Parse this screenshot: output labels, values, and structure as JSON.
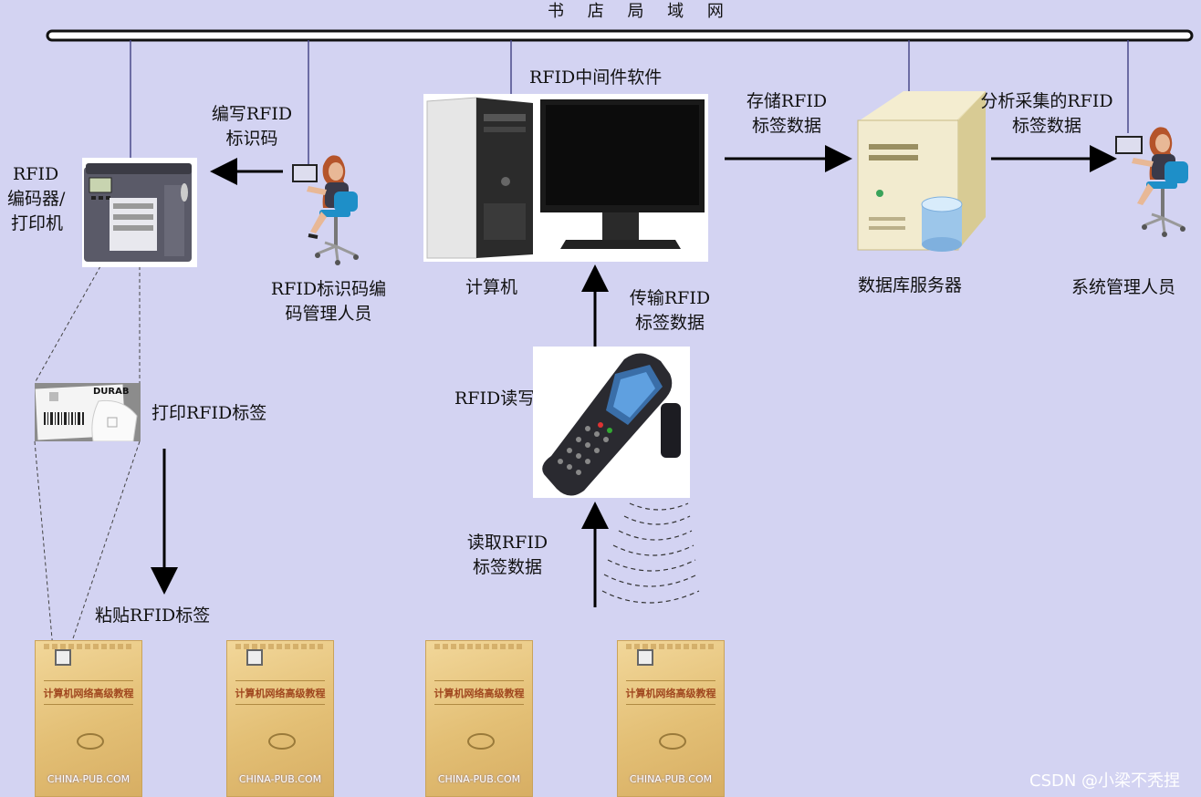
{
  "network": {
    "label": "书 店 局 域 网"
  },
  "nodes": {
    "encoder": {
      "label_line1": "RFID",
      "label_line2": "编码器/",
      "label_line3": "打印机"
    },
    "encoder_staff": {
      "label_line1": "RFID标识码编",
      "label_line2": "码管理人员"
    },
    "computer": {
      "label": "计算机",
      "software_label": "RFID中间件软件"
    },
    "db_server": {
      "label": "数据库服务器"
    },
    "admin": {
      "label": "系统管理人员"
    },
    "reader": {
      "label": "RFID读写器"
    },
    "printed_tag": {
      "label": "打印RFID标签"
    }
  },
  "flows": {
    "write_code": {
      "line1": "编写RFID",
      "line2": "标识码"
    },
    "store_data": {
      "line1": "存储RFID",
      "line2": "标签数据"
    },
    "analyze_data": {
      "line1": "分析采集的RFID",
      "line2": "标签数据"
    },
    "transfer_data": {
      "line1": "传输RFID",
      "line2": "标签数据"
    },
    "read_data": {
      "line1": "读取RFID",
      "line2": "标签数据"
    },
    "paste_tag": {
      "label": "粘贴RFID标签"
    }
  },
  "books": [
    {
      "title": "计算机网络高级教程",
      "publisher": "CHINA-PUB.COM",
      "has_tag": true
    },
    {
      "title": "计算机网络高级教程",
      "publisher": "CHINA-PUB.COM",
      "has_tag": true
    },
    {
      "title": "计算机网络高级教程",
      "publisher": "CHINA-PUB.COM",
      "has_tag": false
    },
    {
      "title": "计算机网络高级教程",
      "publisher": "CHINA-PUB.COM",
      "has_tag": true
    }
  ],
  "tag_image": {
    "brand": "DURAB"
  },
  "watermark": "CSDN @小梁不秃捏",
  "colors": {
    "background": "#d3d3f2",
    "bus": "#111111",
    "drop_line": "#4a4a8a"
  }
}
